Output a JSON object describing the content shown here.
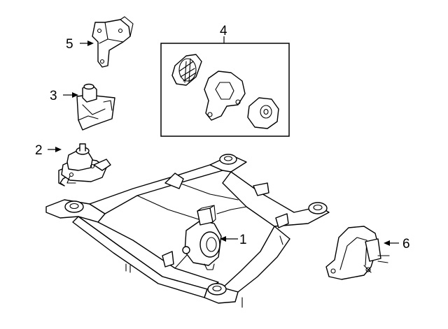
{
  "callouts": {
    "c1": "1",
    "c2": "2",
    "c3": "3",
    "c4": "4",
    "c5": "5",
    "c6": "6"
  },
  "parts": [
    {
      "id": "1",
      "icon": "engine-mount-on-crossmember-icon"
    },
    {
      "id": "2",
      "icon": "engine-mount-icon"
    },
    {
      "id": "3",
      "icon": "mount-bracket-icon"
    },
    {
      "id": "4",
      "icon": "mount-kit-icon"
    },
    {
      "id": "5",
      "icon": "upper-bracket-icon"
    },
    {
      "id": "6",
      "icon": "transmission-mount-icon"
    }
  ],
  "colors": {
    "line": "#000000",
    "background": "#ffffff"
  }
}
